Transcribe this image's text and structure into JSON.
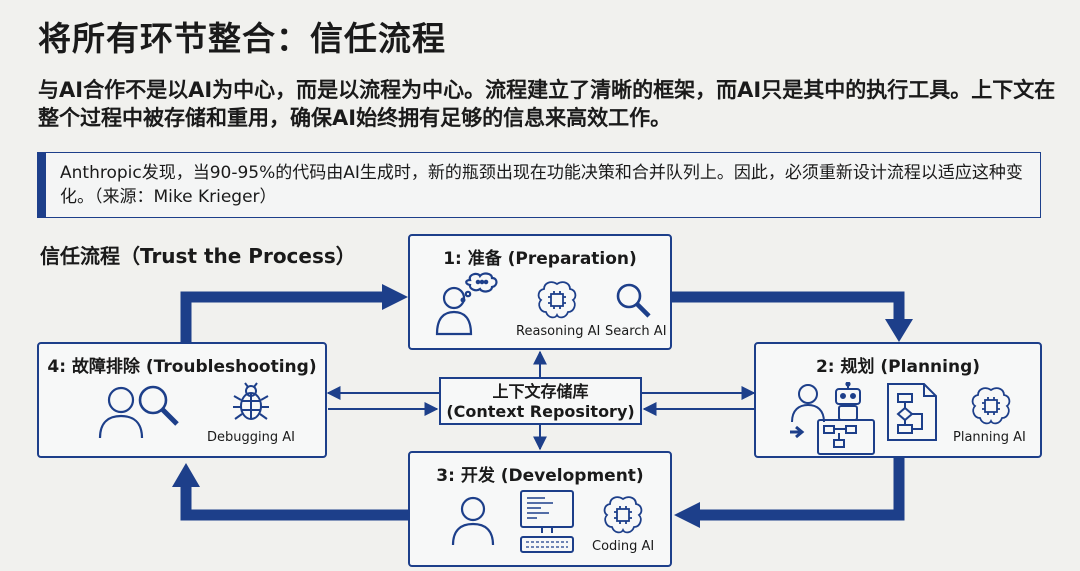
{
  "title": "将所有环节整合：信任流程",
  "intro": "与AI合作不是以AI为中心，而是以流程为中心。流程建立了清晰的框架，而AI只是其中的执行工具。上下文在整个过程中被存储和重用，确保AI始终拥有足够的信息来高效工作。",
  "quote": "Anthropic发现，当90-95%的代码由AI生成时，新的瓶颈出现在功能决策和合并队列上。因此，必须重新设计流程以适应这种变化。（来源：Mike Krieger）",
  "section_title": "信任流程（Trust the Process）",
  "colors": {
    "accent": "#1d3f8a",
    "background": "#f1f1ee"
  },
  "steps": [
    {
      "title": "1: 准备 (Preparation)",
      "tools": [
        "Reasoning AI",
        "Search AI"
      ],
      "icons": [
        "person-thinking-icon",
        "ai-brain-icon",
        "magnifier-icon"
      ]
    },
    {
      "title": "2: 规划 (Planning)",
      "tools": [
        "Planning AI"
      ],
      "icons": [
        "person-icon",
        "robot-icon",
        "flowchart-icon",
        "ai-brain-icon"
      ]
    },
    {
      "title": "3: 开发 (Development)",
      "tools": [
        "Coding AI"
      ],
      "icons": [
        "person-icon",
        "computer-icon",
        "ai-brain-icon"
      ]
    },
    {
      "title": "4: 故障排除 (Troubleshooting)",
      "tools": [
        "Debugging AI"
      ],
      "icons": [
        "person-icon",
        "magnifier-icon",
        "bug-icon"
      ]
    }
  ],
  "repository": {
    "line1": "上下文存储库",
    "line2": "(Context Repository)"
  }
}
